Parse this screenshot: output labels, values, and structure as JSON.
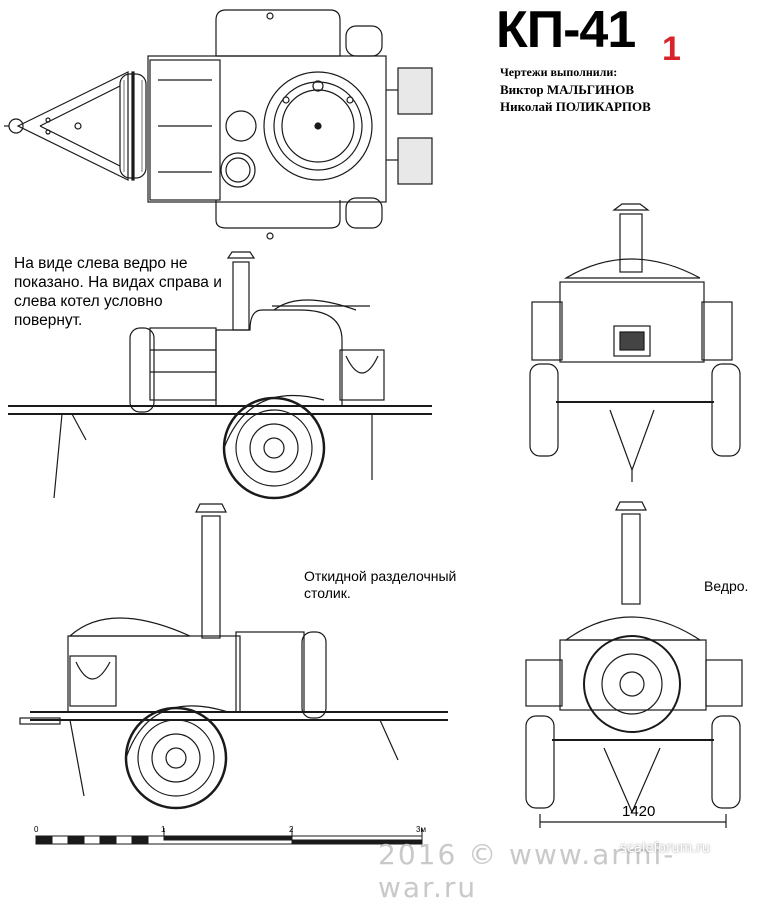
{
  "title": "КП-41",
  "sheet_number": "1",
  "credits": {
    "line1": "Чертежи выполнили:",
    "line2": "Виктор МАЛЬГИНОВ",
    "line3": "Николай ПОЛИКАРПОВ"
  },
  "note": "На виде слева ведро не показано. На видах справа и слева котел условно повернут.",
  "callouts": {
    "table": "Откидной разделочный столик.",
    "bucket": "Ведро."
  },
  "dimension": "1420",
  "scale": {
    "labels": [
      "0",
      "1",
      "2",
      "3м"
    ]
  },
  "watermark": {
    "text": "2016 © www.armi-war.ru",
    "site": "scaleforum.ru"
  },
  "colors": {
    "ink": "#1a1a1a",
    "accent": "#d8232a"
  }
}
